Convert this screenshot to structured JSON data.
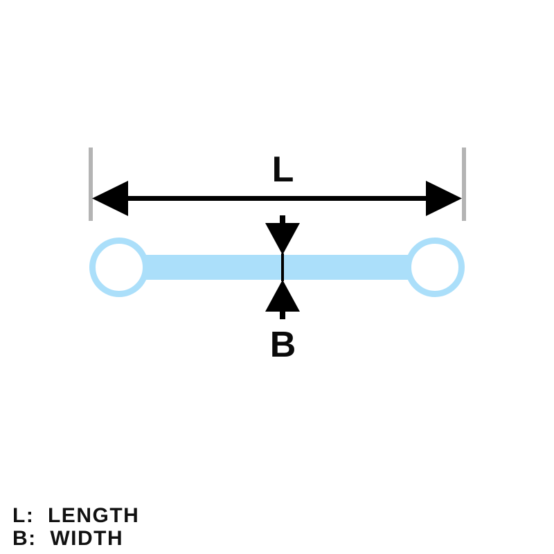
{
  "figure": {
    "title": "",
    "background_color": "#ffffff"
  },
  "colors": {
    "part_fill": "#ABDFFA",
    "part_stroke": "#ABDFFA",
    "circle_fill": "#ffffff",
    "dimension_line": "#000000",
    "extension_line": "#B4B4B4",
    "label_text": "#0a0a0a",
    "legend_text": "#111111"
  },
  "dimensions": {
    "length": {
      "symbol": "L",
      "name": "LENGTH",
      "orientation": "horizontal",
      "arrow_style": "double-ended-inward"
    },
    "width": {
      "symbol": "B",
      "name": "WIDTH",
      "orientation": "vertical",
      "arrow_style": "double-ended-inward"
    }
  },
  "legend": {
    "items": [
      {
        "symbol": "L",
        "label": "L:  LENGTH"
      },
      {
        "symbol": "B",
        "label": "B:  WIDTH"
      }
    ]
  },
  "shape": {
    "name": "dogbone-bar",
    "description": "Horizontal bar with circular ends"
  }
}
